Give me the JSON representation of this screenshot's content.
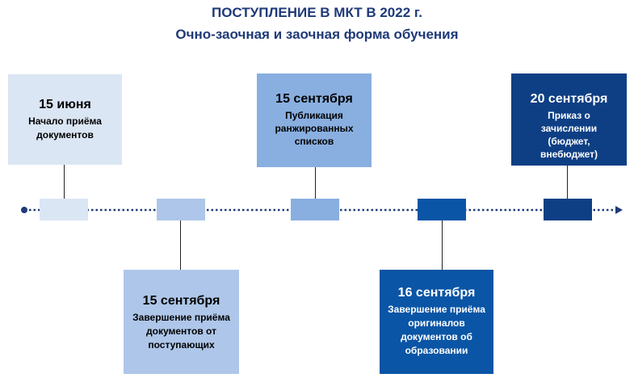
{
  "title": {
    "line1": "ПОСТУПЛЕНИЕ В МКТ В 2022 г.",
    "line2": "Очно-заочная и заочная форма обучения"
  },
  "colors": {
    "title": "#1f3a78",
    "timeline": "#1f3a78",
    "stage1": "#dbe6f4",
    "stage2": "#aec6e9",
    "stage3": "#89afe0",
    "stage4": "#0a55a6",
    "stage5": "#0e3f84"
  },
  "events": [
    {
      "date": "15 июня",
      "lines": [
        "Начало приёма",
        "документов"
      ]
    },
    {
      "date": "15 сентября",
      "lines": [
        "Завершение приёма",
        "документов от",
        "поступающих"
      ]
    },
    {
      "date": "15 сентября",
      "lines": [
        "Публикация",
        "ранжированных",
        "списков"
      ]
    },
    {
      "date": "16 сентября",
      "lines": [
        "Завершение приёма",
        "оригиналов",
        "документов об",
        "образовании"
      ]
    },
    {
      "date": "20 сентября",
      "lines": [
        "Приказ о",
        "зачислении",
        "(бюджет,",
        "внебюджет)"
      ]
    }
  ]
}
